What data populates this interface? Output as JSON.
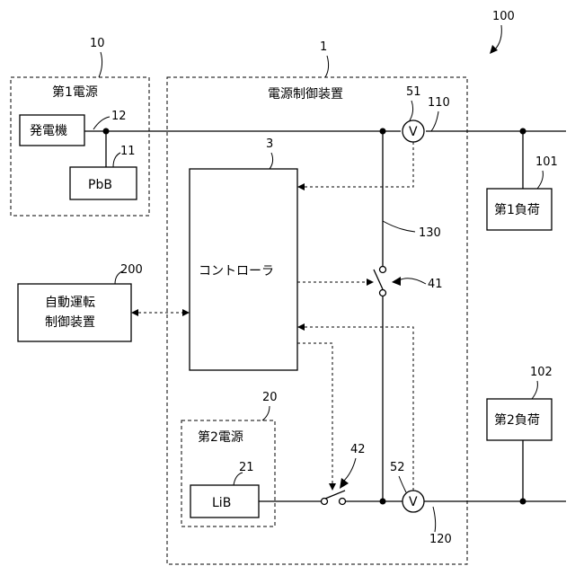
{
  "labels": {
    "system_ref": "100",
    "first_power_source": {
      "ref": "10",
      "title": "第1電源"
    },
    "generator": {
      "ref": "12",
      "label": "発電機"
    },
    "pbb": {
      "ref": "11",
      "label": "PbB"
    },
    "power_control_device": {
      "ref": "1",
      "title": "電源制御装置"
    },
    "controller": {
      "ref": "3",
      "label": "コントローラ"
    },
    "auto_driving": {
      "ref": "200",
      "line1": "自動運転",
      "line2": "制御装置"
    },
    "second_power_source": {
      "ref": "20",
      "title": "第2電源"
    },
    "lib": {
      "ref": "21",
      "label": "LiB"
    },
    "first_load": {
      "ref": "101",
      "label": "第1負荷"
    },
    "second_load": {
      "ref": "102",
      "label": "第2負荷"
    },
    "switch_41": "41",
    "switch_42": "42",
    "voltmeter_51": {
      "ref": "51",
      "symbol": "V"
    },
    "voltmeter_52": {
      "ref": "52",
      "symbol": "V"
    },
    "line_110": "110",
    "line_120": "120",
    "line_130": "130"
  }
}
